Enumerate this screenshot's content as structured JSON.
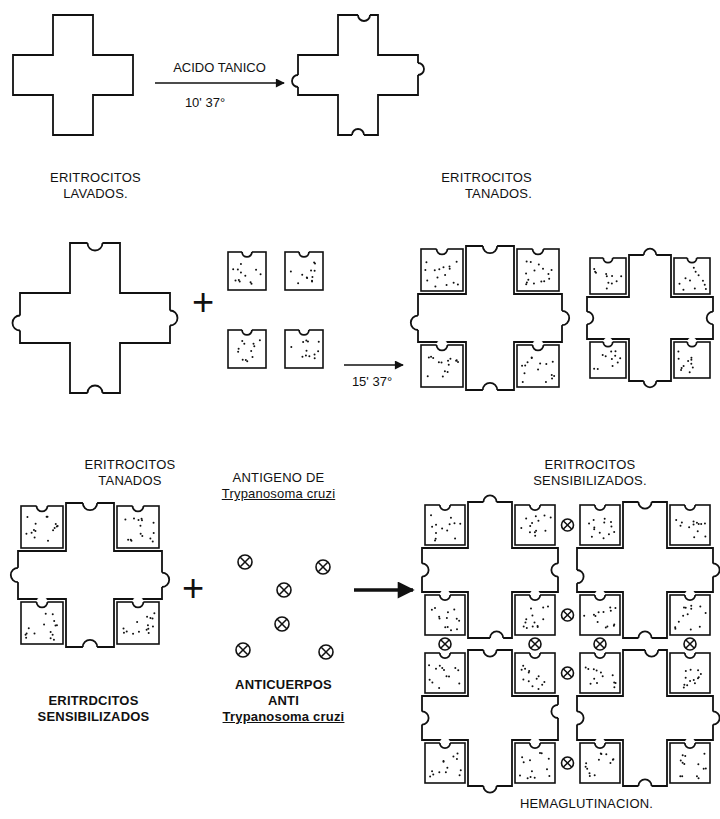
{
  "diagram": {
    "nodes": [
      {
        "text": [
          "ERITROCITOS LAVADOS."
        ]
      },
      {
        "text": [
          "ERITROCITOS TANADOS."
        ]
      },
      {
        "text": [
          "ERITROCITOS TANADOS"
        ]
      },
      {
        "text": [
          "ANTIGENO DE",
          "Trypanosoma cruzi"
        ]
      },
      {
        "text": [
          "ERITROCITOS SENSIBILIZADOS."
        ]
      },
      {
        "text": [
          "ERITRDCITOS SENSIBILIZADOS"
        ]
      },
      {
        "text": [
          "ANTICUERPOS ANTI",
          "Trypanosoma cruzi"
        ]
      },
      {
        "text": [
          "HEMAGLUTINACION."
        ]
      }
    ],
    "edges": [
      {
        "from": 0,
        "to": 1,
        "arrow": "to",
        "label": "ACIDO TANICO"
      },
      {
        "from": 3,
        "to": 4,
        "arrow": "to"
      },
      {
        "from": 6,
        "to": 7,
        "arrow": "to"
      }
    ],
    "labels": [
      "10' 37°",
      "+",
      "15' 37°",
      "+"
    ]
  }
}
